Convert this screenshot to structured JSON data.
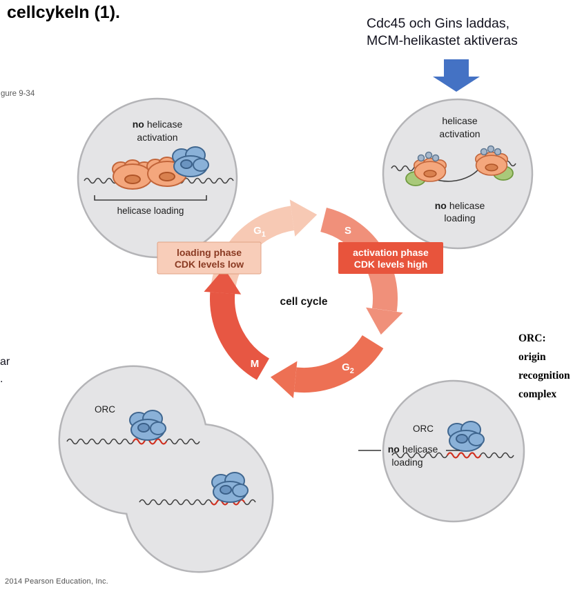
{
  "slide": {
    "title": "cellcykeln (1).",
    "figure_ref": "gure 9-34",
    "left_fragment": "ar\n.",
    "copyright": "2014 Pearson Education, Inc."
  },
  "annotation": {
    "text": "Cdc45 och Gins laddas,\nMCM-helikastet aktiveras"
  },
  "orc_note": "ORC: origin\nrecognition\ncomplex",
  "cycle": {
    "center_label": "cell cycle",
    "phases": {
      "g1": {
        "main": "G",
        "sub": "1"
      },
      "s": {
        "main": "S"
      },
      "g2": {
        "main": "G",
        "sub": "2"
      },
      "m": {
        "main": "M"
      }
    },
    "loading_box": {
      "line1": "loading phase",
      "line2": "CDK levels low"
    },
    "activation_box": {
      "line1": "activation phase",
      "line2": "CDK levels high"
    }
  },
  "cells": {
    "top_left": {
      "label_bold": "no",
      "label_rest": "helicase",
      "label_line2": "activation",
      "bracket_label": "helicase loading"
    },
    "top_right": {
      "label_line1": "helicase",
      "label_line2": "activation",
      "label2_bold": "no",
      "label2_rest": "helicase",
      "label2_line2": "loading"
    },
    "bottom_right": {
      "orc_label": "ORC"
    },
    "bottom_left": {
      "orc_label": "ORC"
    },
    "between_label": {
      "bold": "no",
      "rest": "helicase",
      "line2": "loading"
    }
  },
  "colors": {
    "g1_arrow": "#f7c9b4",
    "s_arrow": "#f0907a",
    "g2_arrow": "#ed7054",
    "m_arrow": "#e75743",
    "loading_box_bg": "#f8cdb9",
    "loading_box_border": "#e0a285",
    "loading_box_text": "#8a3a22",
    "activation_box_bg": "#e8543c",
    "activation_box_text": "#ffffff",
    "cell_fill": "#e4e4e6",
    "cell_stroke": "#b4b4b7",
    "blue_arrow": "#4472c4",
    "mcm_fill": "#f4a77d",
    "mcm_stroke": "#c2653a",
    "orc_fill": "#8ab1d8",
    "orc_stroke": "#3f668f",
    "gins_fill": "#a9c97a",
    "gins_stroke": "#6f9a3f",
    "subunit_fill": "#a7b8cc",
    "subunit_stroke": "#5f7892",
    "dna": "#3f3f3f",
    "origin_dna": "#d02f1f"
  }
}
